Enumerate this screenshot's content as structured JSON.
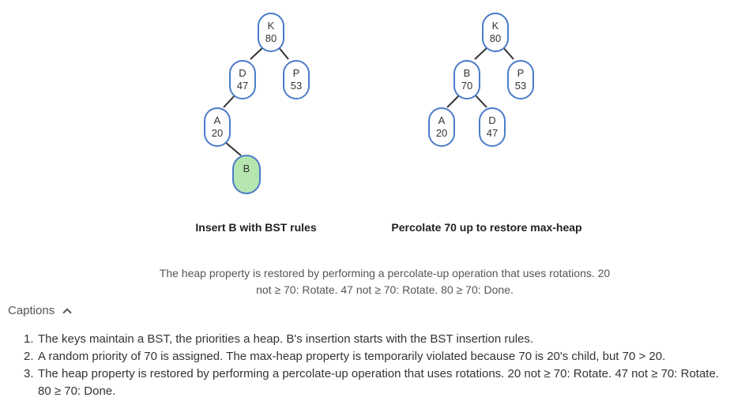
{
  "panels": [
    {
      "label": "Insert B with BST rules",
      "nodes": [
        {
          "key": "K",
          "priority": "80"
        },
        {
          "key": "D",
          "priority": "47"
        },
        {
          "key": "P",
          "priority": "53"
        },
        {
          "key": "A",
          "priority": "20"
        },
        {
          "key": "B",
          "priority": ""
        }
      ]
    },
    {
      "label": "Percolate 70 up to restore max-heap",
      "nodes": [
        {
          "key": "K",
          "priority": "80"
        },
        {
          "key": "B",
          "priority": "70"
        },
        {
          "key": "P",
          "priority": "53"
        },
        {
          "key": "A",
          "priority": "20"
        },
        {
          "key": "D",
          "priority": "47"
        }
      ]
    }
  ],
  "step_caption": "The heap property is restored by performing a percolate-up operation that uses rotations. 20 not ≥ 70: Rotate. 47 not ≥ 70: Rotate. 80 ≥ 70: Done.",
  "captions": {
    "header": "Captions",
    "items": [
      {
        "num": "1.",
        "text": "The keys maintain a BST, the priorities a heap. B's insertion starts with the BST insertion rules."
      },
      {
        "num": "2.",
        "text": "A random priority of 70 is assigned. The max-heap property is temporarily violated because 70 is 20's child, but 70 > 20."
      },
      {
        "num": "3.",
        "text": "The heap property is restored by performing a percolate-up operation that uses rotations. 20 not ≥ 70: Rotate. 47 not ≥ 70: Rotate. 80 ≥ 70: Done."
      }
    ]
  },
  "colors": {
    "node_border": "#4a7cc9",
    "new_node_fill": "#b6e6b0",
    "edge": "#333333"
  }
}
